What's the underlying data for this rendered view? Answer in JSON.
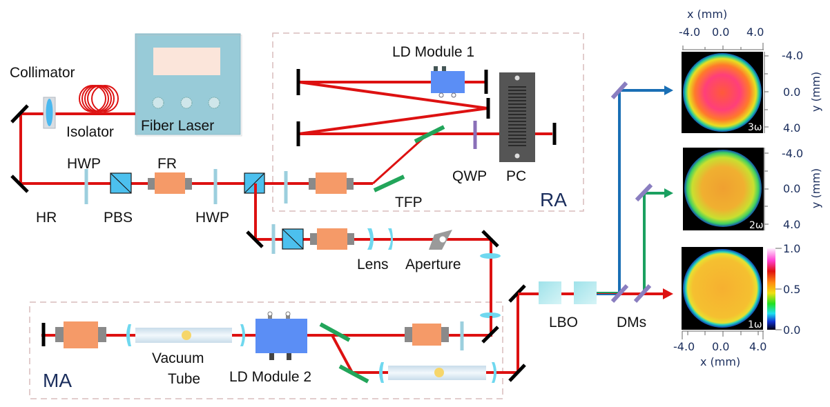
{
  "title": "Laser amplifier system schematic with harmonic beam profiles",
  "components": {
    "collimator": "Collimator",
    "isolator": "Isolator",
    "fiber_laser": "Fiber Laser",
    "hwp_1": "HWP",
    "fr": "FR",
    "hr": "HR",
    "pbs": "PBS",
    "hwp_2": "HWP",
    "ld_module_1": "LD Module 1",
    "qwp": "QWP",
    "pc": "PC",
    "tfp": "TFP",
    "ra": "RA",
    "lens": "Lens",
    "aperture": "Aperture",
    "lbo": "LBO",
    "dms": "DMs",
    "vacuum_tube_line1": "Vacuum",
    "vacuum_tube_line2": "Tube",
    "ld_module_2": "LD Module 2",
    "ma": "MA"
  },
  "beams": {
    "fundamental_color": "#dd1111",
    "second_harmonic_color": "#1aa060",
    "third_harmonic_color": "#1a6fb5"
  },
  "profiles": {
    "x_axis_label": "x (mm)",
    "y_axis_label": "y (mm)",
    "x_ticks": [
      "-4.0",
      "0.0",
      "4.0"
    ],
    "y_ticks": [
      "-4.0",
      "0.0",
      "4.0"
    ],
    "colorbar_ticks": [
      "1.0",
      "0.5",
      "0.0"
    ],
    "panels": [
      {
        "label": "3ω"
      },
      {
        "label": "2ω"
      },
      {
        "label": "1ω"
      }
    ]
  }
}
